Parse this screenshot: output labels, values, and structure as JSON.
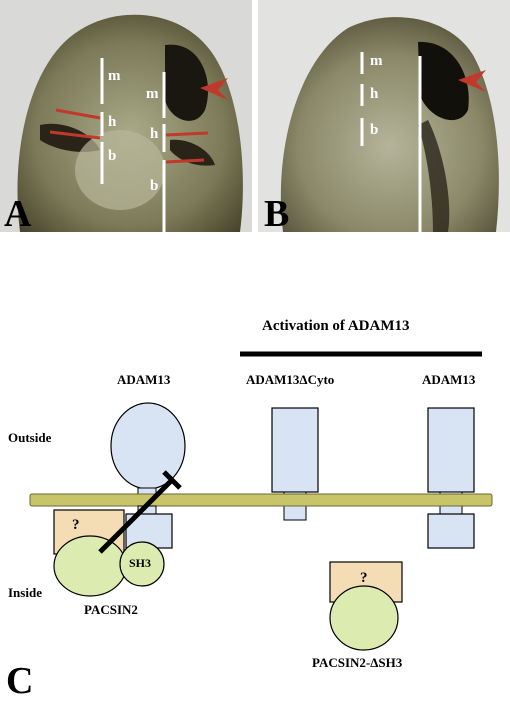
{
  "panels": {
    "A": {
      "label": "A",
      "marks": [
        "m",
        "m",
        "h",
        "h",
        "b",
        "b"
      ]
    },
    "B": {
      "label": "B",
      "marks": [
        "m",
        "h",
        "b"
      ]
    },
    "C": {
      "label": "C",
      "activation_title": "Activation of ADAM13",
      "outside_label": "Outside",
      "inside_label": "Inside",
      "col1_label": "ADAM13",
      "col2_label": "ADAM13ΔCyto",
      "col3_label": "ADAM13",
      "question_mark": "?",
      "sh3_label": "SH3",
      "pacsin2_label": "PACSIN2",
      "pacsin2_dsh3_label": "PACSIN2-ΔSH3"
    }
  },
  "colors": {
    "membrane": "#c8c46a",
    "protein_blue": "#d8e4f4",
    "pacsin_green": "#dcecb0",
    "question_box": "#f4dcb4",
    "arrow_red": "#c0392b",
    "inhibit_line": "#000000"
  }
}
